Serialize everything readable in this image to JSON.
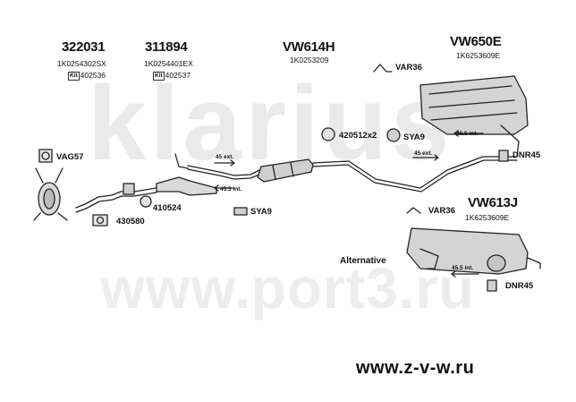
{
  "watermark": {
    "brand": "klarius",
    "site": "www.port3.ru"
  },
  "groups": [
    {
      "id": "322031",
      "code": "1K0254302SX",
      "kit_badge": "Kit",
      "kit_code": "402536"
    },
    {
      "id": "311894",
      "code": "1K0254401EX",
      "kit_badge": "Kit",
      "kit_code": "402537"
    },
    {
      "id": "VW614H",
      "code": "1K0253209"
    },
    {
      "id": "VW650E",
      "code": "1K6253609E"
    },
    {
      "id": "VW613J",
      "code": "1K6253609E"
    }
  ],
  "parts": [
    {
      "name": "VAG57"
    },
    {
      "name": "410524"
    },
    {
      "name": "430580"
    },
    {
      "name": "SYA9"
    },
    {
      "name": "420512x2"
    },
    {
      "name": "SYA9"
    },
    {
      "name": "VAR36"
    },
    {
      "name": "DNR45"
    },
    {
      "name": "VAR36"
    },
    {
      "name": "DNR45"
    }
  ],
  "dimensions": [
    "45 ext.",
    "45.5 int.",
    "45 ext.",
    "45.5 int.",
    "45.5 int."
  ],
  "alternative_label": "Alternative",
  "footer_url": "www.z-v-w.ru"
}
